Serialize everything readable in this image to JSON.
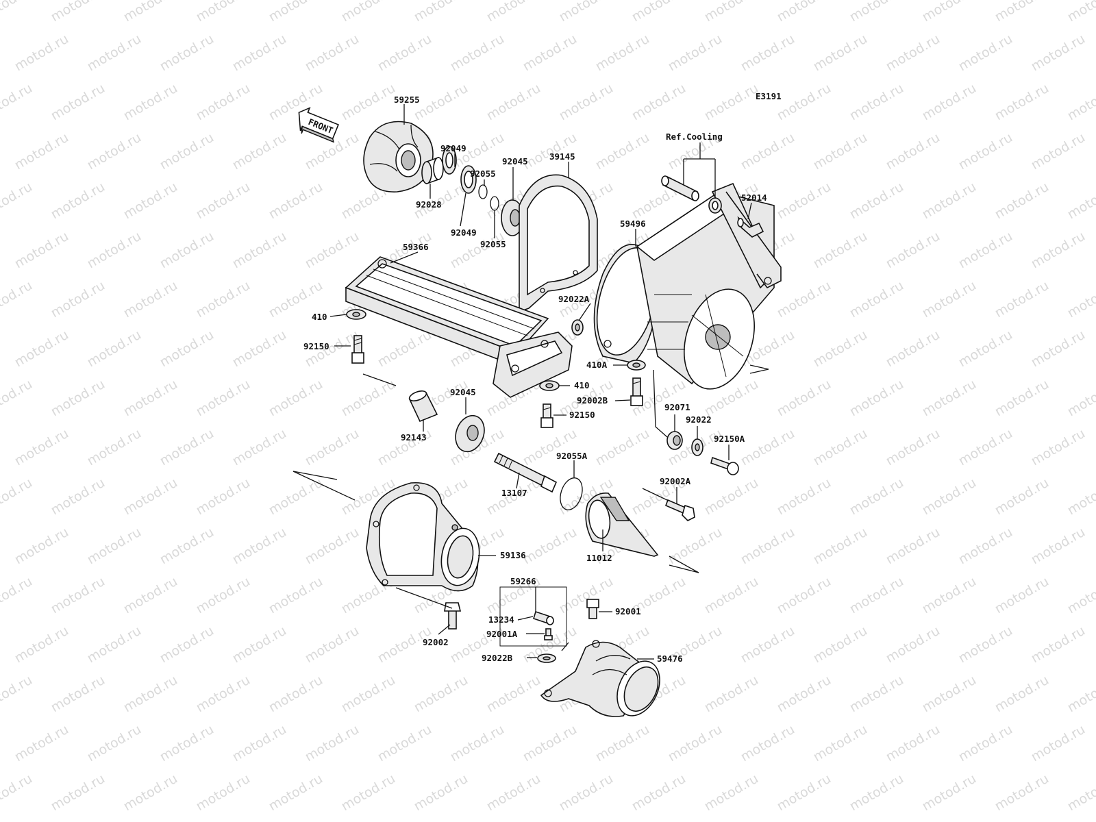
{
  "watermark": "motod.ru",
  "diagram_code": "E3191",
  "front_arrow": "FRONT",
  "ref_cooling": "Ref.Cooling",
  "labels": {
    "p59255": "59255",
    "p92049a": "92049",
    "p92055a": "92055",
    "p92045a": "92045",
    "p39145": "39145",
    "p92028": "92028",
    "p92049b": "92049",
    "p92055b": "92055",
    "p52014": "52014",
    "p59496": "59496",
    "p59366": "59366",
    "p92022A": "92022A",
    "p410": "410",
    "p92150": "92150",
    "p410A": "410A",
    "p410b": "410",
    "p92002B": "92002B",
    "p92150b": "92150",
    "p92045b": "92045",
    "p92143": "92143",
    "p92071": "92071",
    "p92022": "92022",
    "p92150A": "92150A",
    "p92055A": "92055A",
    "p13107": "13107",
    "p92002A": "92002A",
    "p59136": "59136",
    "p11012": "11012",
    "p59266": "59266",
    "p13234": "13234",
    "p92001A": "92001A",
    "p92001": "92001",
    "p92002": "92002",
    "p92022B": "92022B",
    "p59476": "59476"
  }
}
